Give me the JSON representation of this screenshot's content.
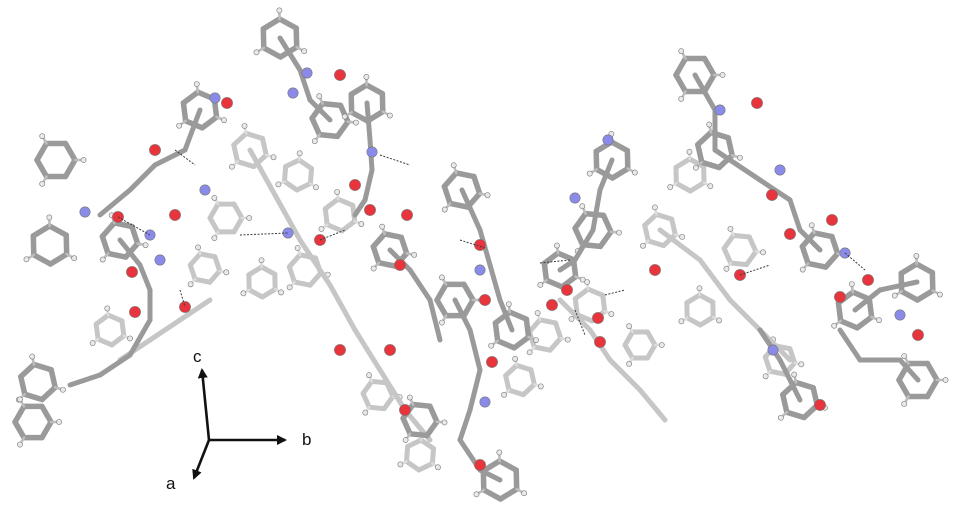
{
  "figure": {
    "type": "crystal-packing-ball-and-stick",
    "colors": {
      "carbon": "#9a9a9a",
      "carbon_faded": "#c6c6c6",
      "hydrogen": "#e9e9e9",
      "oxygen": "#e8343c",
      "nitrogen": "#8a8ae8",
      "hbond": "#3a3a3a",
      "axis": "#111111"
    },
    "axes": {
      "a": "a",
      "b": "b",
      "c": "c"
    }
  }
}
